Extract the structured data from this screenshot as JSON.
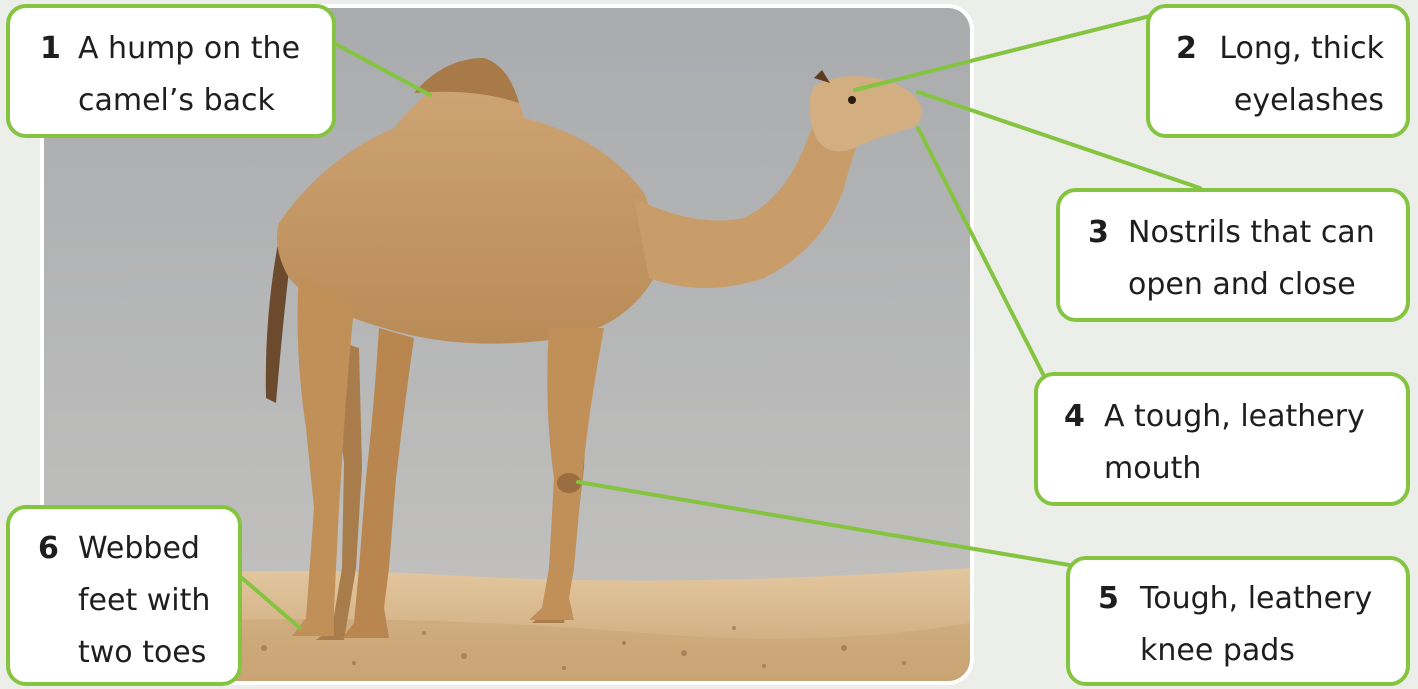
{
  "labels": [
    {
      "num": "1",
      "text": "A hump on the\ncamel’s back"
    },
    {
      "num": "2",
      "text": "Long, thick\neyelashes"
    },
    {
      "num": "3",
      "text": "Nostrils that can\nopen and close"
    },
    {
      "num": "4",
      "text": "A tough, leathery\nmouth"
    },
    {
      "num": "5",
      "text": "Tough, leathery\nknee pads"
    },
    {
      "num": "6",
      "text": "Webbed\nfeet with\ntwo toes"
    }
  ],
  "colors": {
    "accent": "#85c441",
    "sky": "#b7b9bb",
    "sand": "#d9b98c",
    "camel": "#c69a66"
  }
}
